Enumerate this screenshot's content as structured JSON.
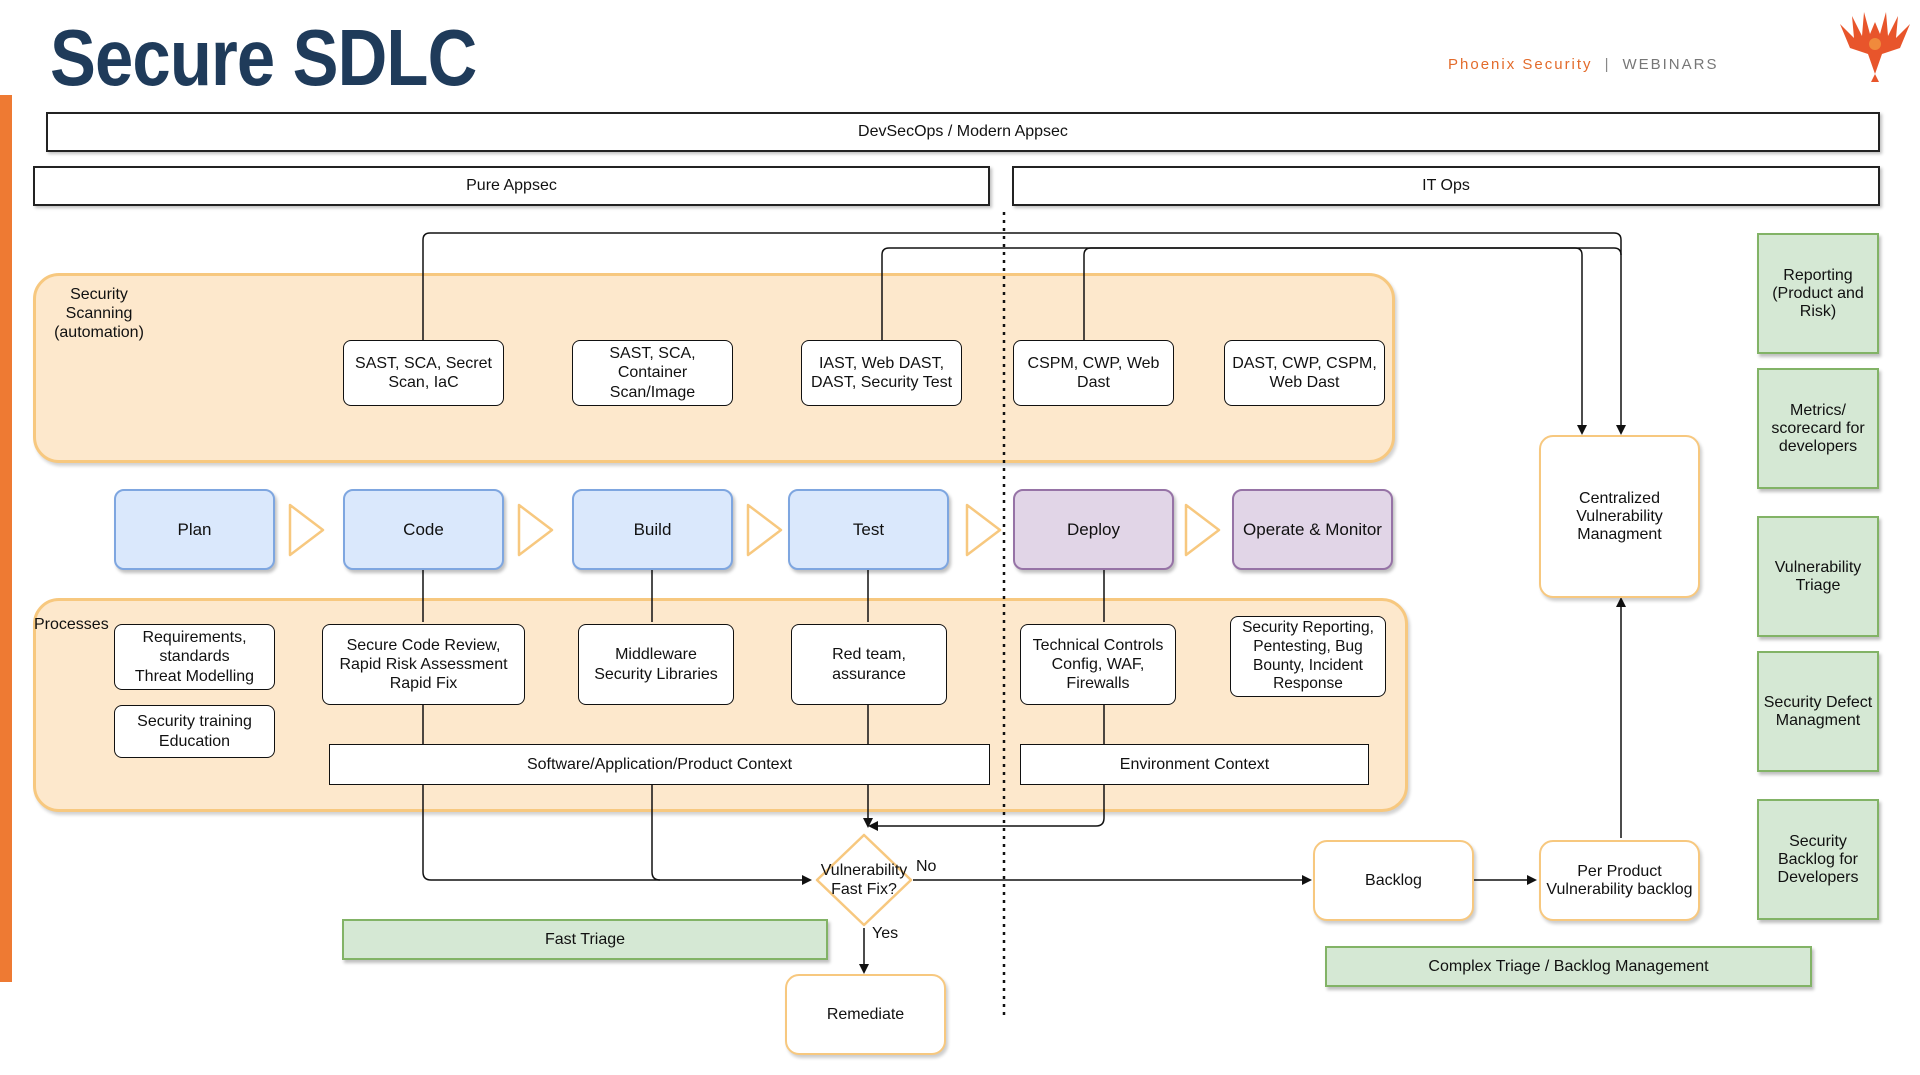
{
  "header": {
    "title": "Secure SDLC",
    "brand_name": "Phoenix Security",
    "brand_sep": "|",
    "brand_section": "WEBINARS",
    "logo_icon": "phoenix-logo-icon"
  },
  "bands": {
    "devsecops": "DevSecOps / Modern Appsec",
    "pure_appsec": "Pure Appsec",
    "it_ops": "IT Ops"
  },
  "scanning": {
    "label": "Security\nScanning\n(automation)",
    "tools": [
      "SAST, SCA, Secret\nScan, IaC",
      "SAST, SCA,\nContainer\nScan/Image",
      "IAST, Web DAST,\nDAST, Security Test",
      "CSPM, CWP, Web\nDast",
      "DAST, CWP, CSPM,\nWeb Dast"
    ]
  },
  "phases": [
    "Plan",
    "Code",
    "Build",
    "Test",
    "Deploy",
    "Operate & Monitor"
  ],
  "processes": {
    "label": "Processes",
    "items": [
      "Requirements,\nstandards\nThreat Modelling",
      "Security training\nEducation",
      "Secure Code Review,\nRapid Risk Assessment\nRapid Fix",
      "Middleware\nSecurity Libraries",
      "Red team,\nassurance",
      "Technical Controls\nConfig, WAF,\nFirewalls",
      "Security Reporting,\nPentesting, Bug\nBounty, Incident\nResponse"
    ],
    "software_context": "Software/Application/Product Context",
    "environment_context": "Environment Context"
  },
  "flow": {
    "decision": "Vulnerability\nFast Fix?",
    "no_label": "No",
    "yes_label": "Yes",
    "remediate": "Remediate",
    "backlog": "Backlog",
    "per_product": "Per Product\nVulnerability backlog",
    "centralized": "Centralized\nVulnerability\nManagment",
    "fast_triage": "Fast Triage",
    "complex_triage": "Complex Triage / Backlog Management"
  },
  "sidebar": [
    "Reporting\n(Product and\nRisk)",
    "Metrics/\nscorecard for\ndevelopers",
    "Vulnerability\nTriage",
    "Security Defect\nManagment",
    "Security\nBacklog for\nDevelopers"
  ],
  "colors": {
    "title": "#1f3b5a",
    "accent": "#ee7a33",
    "zone_fill": "#fde8cc",
    "zone_border": "#f7c87f",
    "phase_blue": "#dae8fc",
    "phase_purple": "#e1d5e7",
    "green": "#d5e8d4"
  }
}
